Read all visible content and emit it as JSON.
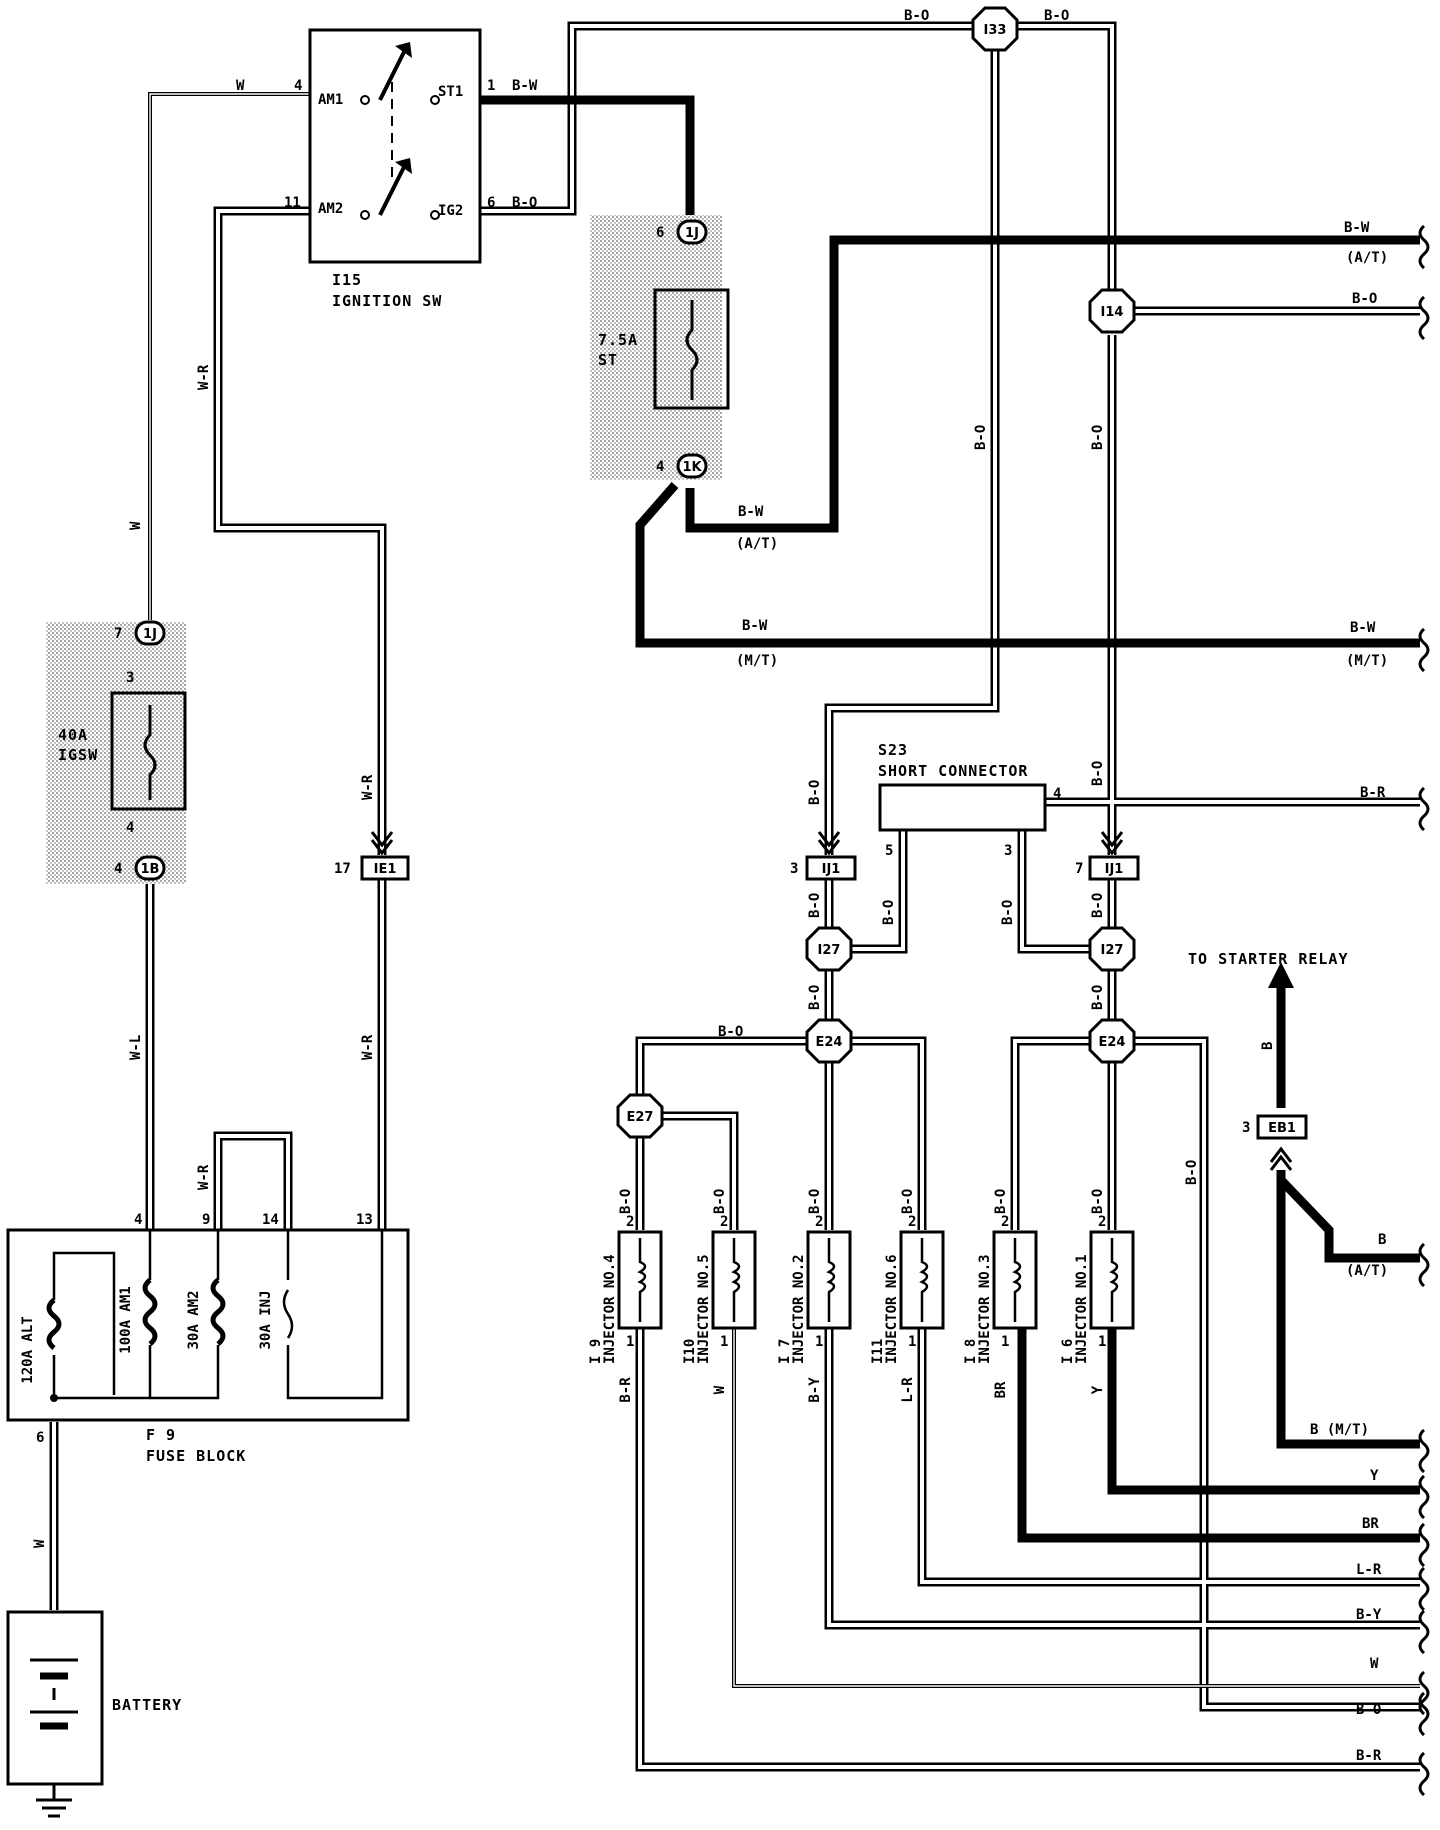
{
  "ignition_switch": {
    "id": "I15",
    "name": "IGNITION SW",
    "terminals": {
      "am1": "AM1",
      "am2": "AM2",
      "st1": "ST1",
      "ig2": "IG2"
    },
    "pins": {
      "am1": "4",
      "am2": "11",
      "st1": "1",
      "ig2": "6"
    }
  },
  "fuse_st": {
    "rating": "7.5A",
    "name": "ST",
    "in_conn": "1J",
    "in_pin": "6",
    "out_conn": "1K",
    "out_pin": "4"
  },
  "fuse_igsw": {
    "rating": "40A",
    "name": "IGSW",
    "top_conn": "1J",
    "top_pin": "7",
    "top_inner": "3",
    "bot_inner": "4",
    "bot_conn": "1B",
    "bot_pin": "4"
  },
  "fuse_block": {
    "id": "F 9",
    "name": "FUSE BLOCK",
    "fuses": [
      "120A ALT",
      "100A AM1",
      "30A AM2",
      "30A INJ"
    ],
    "pins": {
      "p4": "4",
      "p9": "9",
      "p14": "14",
      "p13": "13",
      "p6": "6"
    }
  },
  "battery": {
    "name": "BATTERY"
  },
  "connectors": {
    "ie1": "IE1",
    "ie1_pin": "17",
    "i33": "I33",
    "i14": "I14",
    "ij1": "IJ1",
    "ij1_left_pin": "3",
    "ij1_right_pin": "7",
    "i27": "I27",
    "e24": "E24",
    "e27": "E27",
    "eb1": "EB1",
    "eb1_pin": "3"
  },
  "short_connector": {
    "id": "S23",
    "name": "SHORT CONNECTOR",
    "pin4": "4",
    "pin5": "5",
    "pin3": "3"
  },
  "starter_relay": "TO STARTER RELAY",
  "wire_colors": {
    "w": "W",
    "wr": "W-R",
    "wl": "W-L",
    "bw": "B-W",
    "bo": "B-O",
    "br_wire": "B-R",
    "b": "B",
    "y": "Y",
    "brn": "BR",
    "lr": "L-R",
    "by": "B-Y",
    "at": "(A/T)",
    "mt": "(M/T)",
    "b_mt": "B (M/T)"
  },
  "injectors": [
    {
      "id": "I 9",
      "name": "INJECTOR NO.4",
      "pin_top": "2",
      "pin_bot": "1",
      "top_wire": "B-O",
      "bot_wire": "B-R"
    },
    {
      "id": "I10",
      "name": "INJECTOR NO.5",
      "pin_top": "2",
      "pin_bot": "1",
      "top_wire": "B-O",
      "bot_wire": "W"
    },
    {
      "id": "I 7",
      "name": "INJECTOR NO.2",
      "pin_top": "2",
      "pin_bot": "1",
      "top_wire": "B-O",
      "bot_wire": "B-Y"
    },
    {
      "id": "I11",
      "name": "INJECTOR NO.6",
      "pin_top": "2",
      "pin_bot": "1",
      "top_wire": "B-O",
      "bot_wire": "L-R"
    },
    {
      "id": "I 8",
      "name": "INJECTOR NO.3",
      "pin_top": "2",
      "pin_bot": "1",
      "top_wire": "B-O",
      "bot_wire": "BR"
    },
    {
      "id": "I 6",
      "name": "INJECTOR NO.1",
      "pin_top": "2",
      "pin_bot": "1",
      "top_wire": "B-O",
      "bot_wire": "Y"
    }
  ]
}
